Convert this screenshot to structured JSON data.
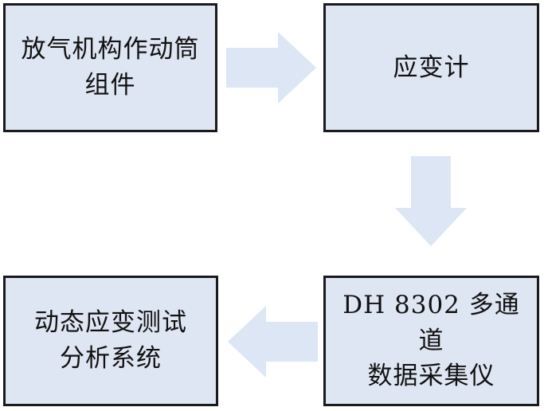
{
  "diagram": {
    "nodes": [
      {
        "id": "n1",
        "label": "放气机构作动筒\n组件"
      },
      {
        "id": "n2",
        "label": "应变计"
      },
      {
        "id": "n3",
        "label": "DH 8302 多通 道\n数据采集仪"
      },
      {
        "id": "n4",
        "label": "动态应变测试\n分析系统"
      }
    ],
    "edges": [
      {
        "from": "n1",
        "to": "n2"
      },
      {
        "from": "n2",
        "to": "n3"
      },
      {
        "from": "n3",
        "to": "n4"
      }
    ]
  },
  "colors": {
    "box_fill": "#dfe6f3",
    "box_border": "#1a1a1a",
    "arrow_fill": "#dce6f4",
    "text": "#111111"
  }
}
